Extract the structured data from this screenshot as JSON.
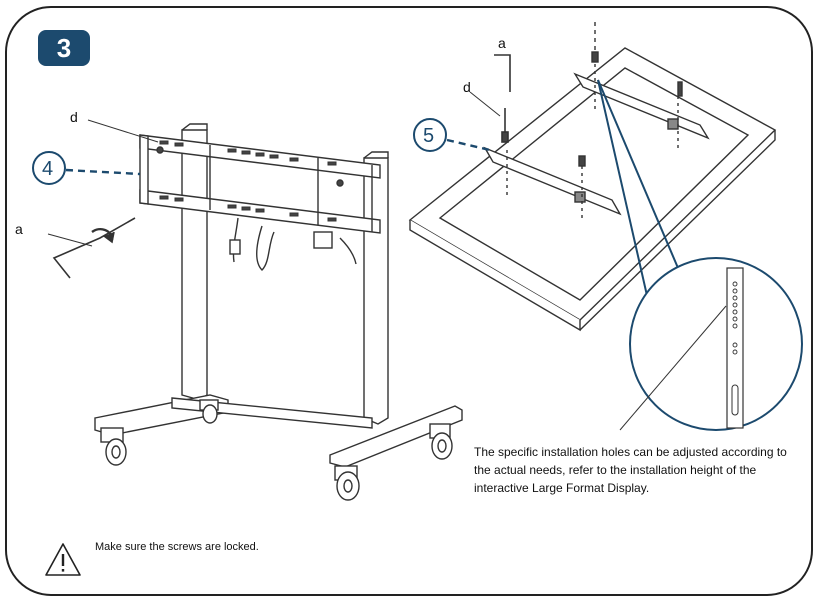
{
  "step": {
    "number": "3"
  },
  "callouts": {
    "four": "4",
    "five": "5"
  },
  "labels": {
    "a_left": "a",
    "d_left": "d",
    "a_right": "a",
    "d_right": "d"
  },
  "note": "The specific installation holes can be adjusted according to the actual needs, refer to the installation height of the interactive Large Format Display.",
  "warning": {
    "text": "Make sure the screws are locked.",
    "icon": "warning-triangle-icon"
  },
  "colors": {
    "accent": "#1c4a6e",
    "line": "#333333"
  }
}
